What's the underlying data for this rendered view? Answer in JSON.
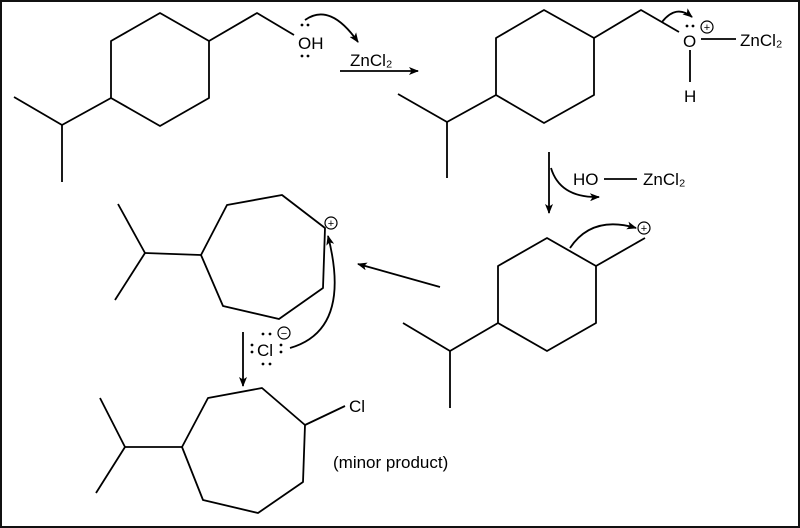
{
  "labels": {
    "oh": "OH",
    "reagent": "ZnCl₂",
    "o": "O",
    "plus": "+",
    "minus": "−",
    "h": "H",
    "zncl2_complex": "ZnCl₂",
    "leaving_ho": "HO",
    "leaving_zncl2": "ZnCl₂",
    "chloride": "Cl",
    "product_cl": "Cl",
    "product_note": "(minor product)"
  },
  "colors": {
    "ink": "#000000",
    "background": "#ffffff"
  }
}
